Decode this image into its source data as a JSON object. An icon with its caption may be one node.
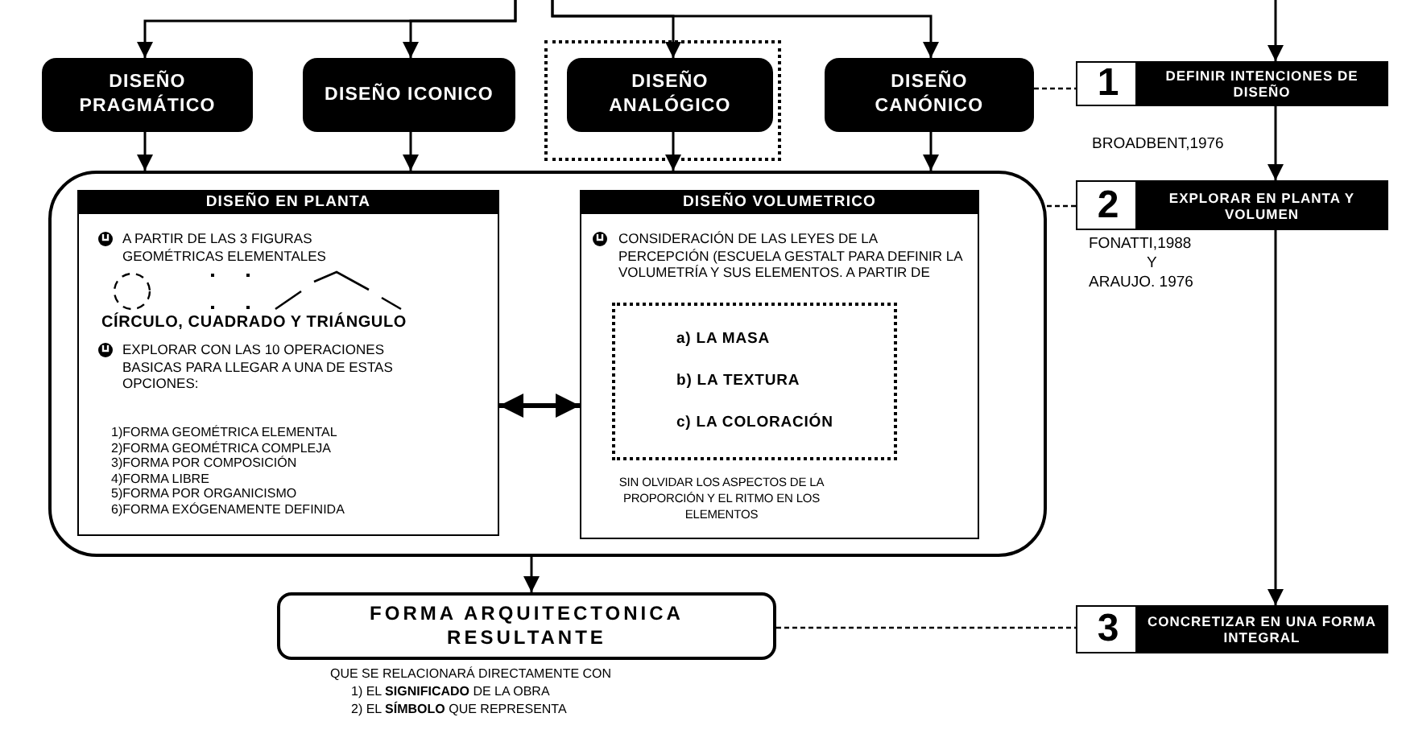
{
  "diagram": {
    "nodes": [
      {
        "text": [
          "DISEÑO PRAGMÁTICO"
        ]
      },
      {
        "text": [
          "DISEÑO ICONICO"
        ]
      },
      {
        "text": [],
        "shape": "box"
      },
      {
        "text": [
          "DISEÑO ANALÓGICO"
        ],
        "in": 2
      },
      {
        "text": [
          "DISEÑO CANÓNICO"
        ]
      },
      {
        "text": [
          "1",
          "DEFINIR INTENCIONES DE DISEÑO"
        ],
        "beside": [
          "BROADBENT,1976"
        ]
      },
      {
        "text": [],
        "shape": "box"
      },
      {
        "text": [
          "DISEÑO EN PLANTA",
          "A PARTIR DE LAS 3 FIGURAS GEOMÉTRICAS ELEMENTALES",
          "CÍRCULO, CUADRADO Y TRIÁNGULO",
          "EXPLORAR CON LAS 10 OPERACIONES BASICAS PARA LLEGAR A UNA DE ESTAS OPCIONES:",
          "1)FORMA GEOMÉTRICA ELEMENTAL",
          "2)FORMA GEOMÉTRICA COMPLEJA",
          "3)FORMA POR COMPOSICIÓN",
          "4)FORMA LIBRE",
          "5)FORMA POR ORGANICISMO",
          "6)FORMA EXÓGENAMENTE DEFINIDA"
        ],
        "in": 6
      },
      {
        "text": [
          "DISEÑO VOLUMETRICO",
          "CONSIDERACIÓN DE LAS LEYES DE LA PERCEPCIÓN (ESCUELA GESTALT PARA DEFINIR LA VOLUMETRÍA Y SUS ELEMENTOS. A PARTIR DE",
          "SIN OLVIDAR LOS ASPECTOS DE LA PROPORCIÓN Y EL RITMO EN LOS ELEMENTOS"
        ],
        "in": 6
      },
      {
        "text": [
          "a) LA MASA",
          "b) LA TEXTURA",
          "c) LA COLORACIÓN"
        ],
        "in": 8
      },
      {
        "text": [
          "2",
          "EXPLORAR EN PLANTA Y VOLUMEN"
        ],
        "beside": [
          "FONATTI,1988",
          "Y",
          "ARAUJO. 1976"
        ]
      },
      {
        "text": [
          "FORMA ARQUITECTONICA RESULTANTE"
        ],
        "beside": [
          "QUE SE RELACIONARÁ DIRECTAMENTE CON",
          "1) EL **SIGNIFICADO** DE LA OBRA",
          "2) EL **SÍMBOLO** QUE REPRESENTA"
        ]
      },
      {
        "text": [
          "3",
          "CONCRETIZAR EN UNA FORMA INTEGRAL"
        ]
      }
    ],
    "edges": [
      {
        "from": null,
        "to": 0,
        "arrow": "to"
      },
      {
        "from": null,
        "to": 1,
        "arrow": "to"
      },
      {
        "from": null,
        "to": 3,
        "arrow": "to"
      },
      {
        "from": null,
        "to": 4,
        "arrow": "to"
      },
      {
        "from": null,
        "to": 5,
        "arrow": "to"
      },
      {
        "from": 0,
        "to": 6,
        "arrow": "to"
      },
      {
        "from": 1,
        "to": 6,
        "arrow": "to"
      },
      {
        "from": 3,
        "to": 6,
        "arrow": "to"
      },
      {
        "from": 4,
        "to": 6,
        "arrow": "to"
      },
      {
        "from": 4,
        "to": 5,
        "arrow": "none",
        "style": "dashed"
      },
      {
        "from": 7,
        "to": 8,
        "arrow": "both",
        "style": "thick"
      },
      {
        "from": 6,
        "to": 10,
        "arrow": "none",
        "style": "dashed"
      },
      {
        "from": 5,
        "to": 10,
        "arrow": "to"
      },
      {
        "from": 6,
        "to": 11,
        "arrow": "to"
      },
      {
        "from": 10,
        "to": 12,
        "arrow": "to"
      },
      {
        "from": 11,
        "to": 12,
        "arrow": "none",
        "style": "dashed"
      }
    ]
  }
}
